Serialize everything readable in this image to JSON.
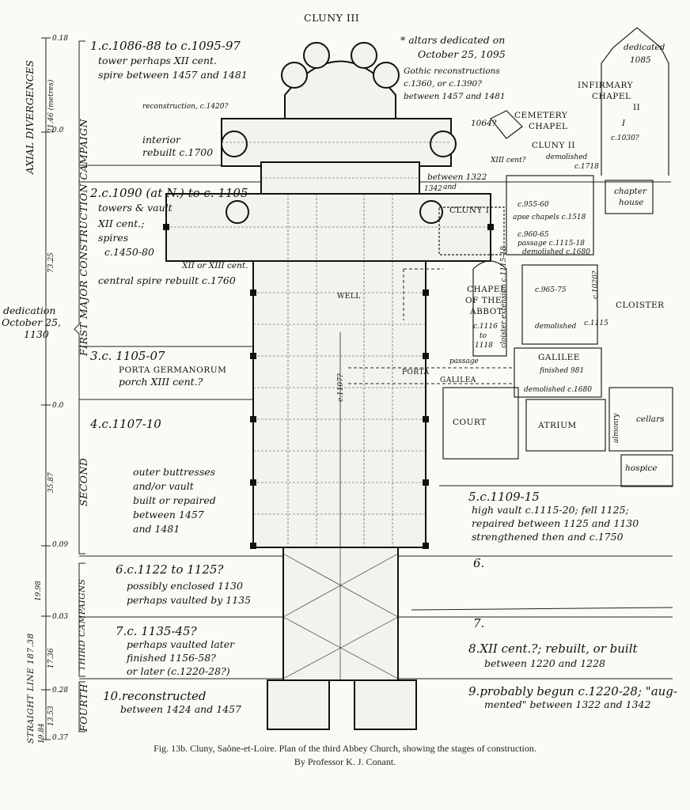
{
  "title": "CLUNY III",
  "axis": {
    "axial_divergences": "AXIAL DIVERGENCES",
    "metres_label": "21.46 (metres)",
    "values": [
      "0.18",
      "0.0",
      "73.25",
      "0.0",
      "35.87",
      "0.09",
      "19.98",
      "0.03",
      "17.36",
      "0.28",
      "13.53",
      "0.37"
    ],
    "straight_line": "STRAIGHT LINE 187.38",
    "straight_sub": "19.84",
    "dedication": [
      "dedication",
      "October 25,",
      "1130"
    ]
  },
  "campaigns": {
    "first": "FIRST MAJOR CONSTRUCTION CAMPAIGN",
    "second": "SECOND",
    "third": "THIRD CAMPAIGNS",
    "fourth": "FOURTH"
  },
  "stages_left": [
    {
      "num": "1.",
      "lines": [
        "c.1086-88 to c.1095-97",
        "tower perhaps XII cent.",
        "spire between 1457 and 1481"
      ]
    },
    {
      "num": "2.",
      "lines": [
        "c.1090 (at N.) to c. 1105",
        "towers & vault",
        "XII cent.;",
        "spires",
        "c.1450-80",
        "XII or XIII cent.",
        "central spire rebuilt c.1760"
      ]
    },
    {
      "num": "3.",
      "lines": [
        "c. 1105-07",
        "PORTA GERMANORUM",
        "porch XIII cent.?"
      ]
    },
    {
      "num": "4.",
      "lines": [
        "c.1107-10"
      ]
    },
    {
      "num": "6.",
      "lines": [
        "c.1122 to 1125?",
        "possibly enclosed 1130",
        "perhaps vaulted by 1135"
      ]
    },
    {
      "num": "7.",
      "lines": [
        "c. 1135-45?",
        "perhaps vaulted later",
        "finished 1156-58?",
        "or later (c.1220-28?)"
      ]
    },
    {
      "num": "10.",
      "lines": [
        "reconstructed",
        "between 1424 and 1457"
      ]
    }
  ],
  "notes_left": {
    "reconstruction": "reconstruction, c.1420?",
    "interior": [
      "interior",
      "rebuilt c.1700"
    ],
    "buttresses": [
      "outer buttresses",
      "and/or vault",
      "built or repaired",
      "between 1457",
      "and 1481"
    ]
  },
  "stages_right": [
    {
      "num": "5.",
      "lines": [
        "c.1109-15",
        "high vault c.1115-20; fell 1125;",
        "repaired between 1125 and 1130",
        "strengthened then and c.1750"
      ]
    },
    {
      "num": "6.",
      "lines": []
    },
    {
      "num": "7.",
      "lines": []
    },
    {
      "num": "8.",
      "lines": [
        "XII cent.?; rebuilt, or built",
        "between 1220 and 1228"
      ]
    },
    {
      "num": "9.",
      "lines": [
        "probably begun c.1220-28; \"aug-",
        "mented\" between 1322 and 1342"
      ]
    }
  ],
  "notes_right": {
    "altars": [
      "* altars dedicated on",
      "October 25, 1095"
    ],
    "gothic": [
      "Gothic reconstructions",
      "c.1360, or c.1390?",
      "between 1457 and 1481"
    ],
    "between1322": [
      "between 1322",
      "and",
      "1342"
    ],
    "cemetery": [
      "CEMETERY",
      "CHAPEL"
    ],
    "cemetery_date": "1064?",
    "xiii": "XIII cent?",
    "cluny2": "CLUNY II",
    "cluny1": "CLUNY I",
    "demolished_1718": [
      "demolished",
      "c.1718"
    ],
    "infirmary": [
      "INFIRMARY",
      "CHAPEL",
      "II"
    ],
    "dedicated": [
      "dedicated",
      "1085"
    ],
    "infirmary_i": "I",
    "c1030": "c.1030?",
    "chapter": [
      "chapter",
      "house"
    ],
    "c955": "c.955-60",
    "apse_chapels": "apse chapels c.1518",
    "c960": [
      "c.960-65",
      "passage c.1115-18",
      "demolished c.1680"
    ],
    "chapel_abbot": [
      "CHAPEL",
      "OF THE",
      "ABBOT",
      "c.1116",
      "to",
      "1118"
    ],
    "cloister_ext": "cloister extension c.1115-18",
    "c965": "c.965-75",
    "demolished": "demolished",
    "c1020": "c.1020?",
    "c1115": "c.1115",
    "cloister": "CLOISTER",
    "galilee": [
      "GALILEE",
      "finished 981",
      "demolished c.1680"
    ],
    "passage": "passage",
    "porta_galilea": [
      "PORTA",
      "GALILEA"
    ],
    "court": "COURT",
    "atrium": "ATRIUM",
    "almonry": "almonry",
    "cellars": "cellars",
    "hospice": "hospice",
    "well": "WELL",
    "axis_1107": "c.1107?"
  },
  "caption": {
    "line1": "Fig. 13b.  Cluny, Saône-et-Loire.  Plan of the third Abbey Church, showing the stages of construction.",
    "line2": "By Professor K. J. Conant."
  }
}
